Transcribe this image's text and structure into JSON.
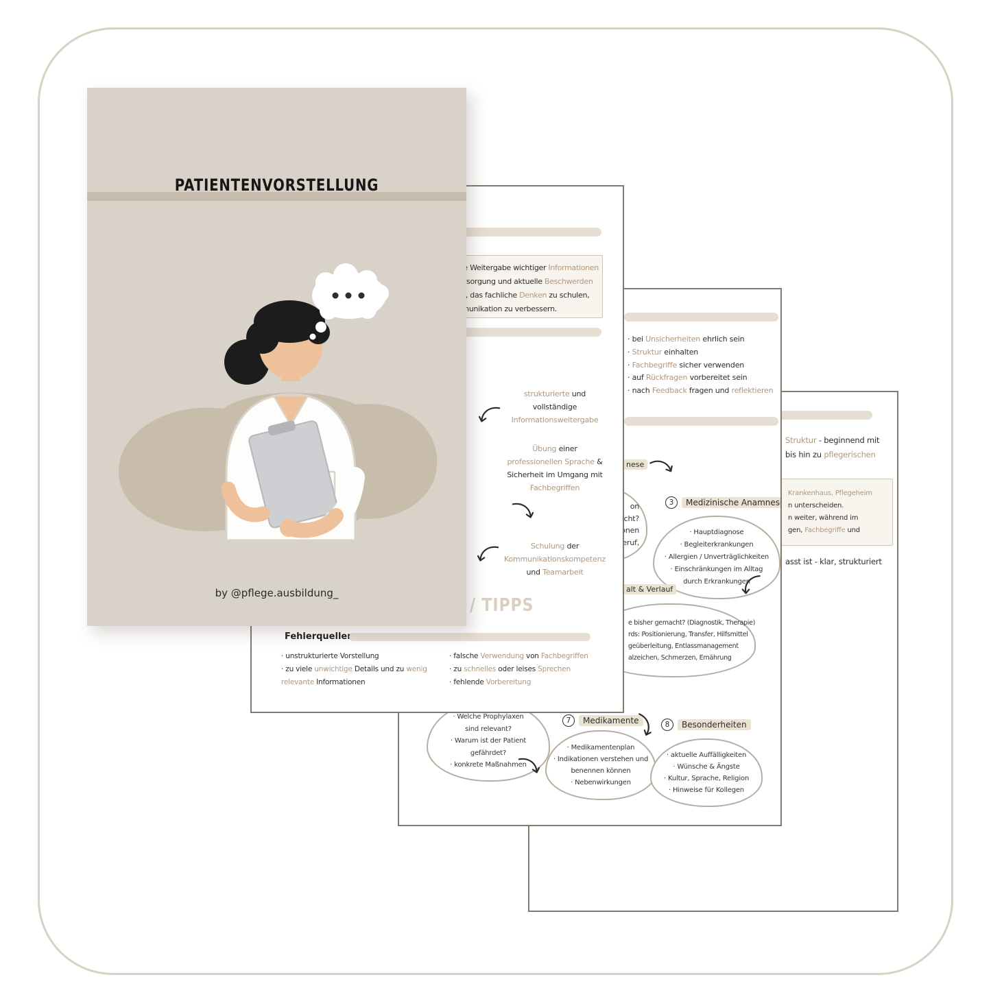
{
  "cover": {
    "title": "PATIENTENVORSTELLUNG",
    "byline": "by  @pflege.ausbildung_"
  },
  "page_tipps": {
    "intro": "che Weitergabe wichtiger [[Informationen]]\nVersorgung und aktuelle [[Beschwerden]]\nbei, das fachliche [[Denken]] zu schulen,\nmmunikation zu verbessern.",
    "benefit_1": "[[strukturierte]] und\nvollständige\n[[Informationsweitergabe]]",
    "benefit_2": "[[Übung]] einer\n[[professionellen Sprache]] &\nSicherheit im Umgang mit\n[[Fachbegriffen]]",
    "benefit_3": "[[Schulung]] der\n[[Kommunikationskompetenz]]\nund [[Teamarbeit]]",
    "tipps_heading": "/ TIPPS",
    "fehler_label": "Fehlerquellen:",
    "fehler_col_left": "· unstrukturierte Vorstellung\n· zu viele [[unwichtige]] Details und zu [[wenig]]\n[[relevante]] Informationen",
    "fehler_col_right": "· falsche [[Verwendung]] von [[Fachbegriffen]]\n· zu [[schnelles]] oder leises [[Sprechen]]\n· fehlende [[Vorbereitung]]"
  },
  "page_anamnese": {
    "tipp_list": "· bei [[Unsicherheiten]] ehrlich sein\n· [[Struktur]] einhalten\n· [[Fachbegriffe]] sicher verwenden\n· auf [[Rückfragen]] vorbereitet sein\n· nach [[Feedback]] fragen und [[reflektieren]]",
    "frag_anamnese": "nese",
    "cloud_sozial_frag": "on\ngemacht?\nspersonen\nBeruf,",
    "sec3_num": "3",
    "sec3_label": "Medizinische Anamnese",
    "cloud_medizinisch": "· Hauptdiagnose\n· Begleiterkrankungen\n· Allergien / Unverträglichkeiten\n· Einschränkungen im Alltag\ndurch Erkrankungen",
    "frag_verlauf": "alt & Verlauf",
    "cloud_verlauf_frag": "e bisher gemacht? (Diagnostik, Therapie)\nrds: Positionierung, Transfer, Hilfsmittel\ngeüberleitung, Entlassmanagement\nalzeichen, Schmerzen, Ernährung",
    "cloud_prophylaxe": "· Welche Prophylaxen\nsind relevant?\n· Warum ist der Patient gefährdet?\n· konkrete Maßnahmen",
    "sec7_num": "7",
    "sec7_label": "Medikamente",
    "cloud_medikamente": "· Medikamentenplan\n· Indikationen verstehen und\nbenennen können\n· Nebenwirkungen",
    "sec8_num": "8",
    "sec8_label": "Besonderheiten",
    "cloud_besonderheiten": "· aktuelle Auffälligkeiten\n· Wünsche & Ängste\n· Kultur, Sprache, Religion\n· Hinweise für Kollegen"
  },
  "page_struktur": {
    "intro": "[[Struktur]] - beginnend mit\nbis hin zu [[pflegerischen]]",
    "box": "[[Krankenhaus, Pflegeheim]]\nn unterscheiden.\nn weiter, während im\ngen, [[Fachbegriffe]] und",
    "outro": "asst ist - klar, strukturiert"
  },
  "colors": {
    "accent_tan": "#b0977c",
    "cover_bg": "#d9d2c8",
    "pill_bar": "#e6ded2",
    "page_border": "#837a6f",
    "frame_border": "#d9d1c4"
  }
}
